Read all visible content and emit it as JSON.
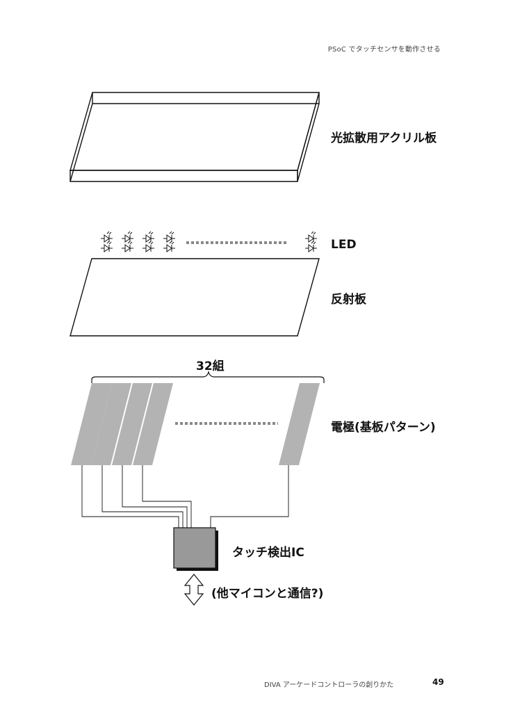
{
  "header": {
    "running_title": "PSoC でタッチセンサを動作させる"
  },
  "labels": {
    "acrylic": "光拡散用アクリル板",
    "led": "LED",
    "reflector": "反射板",
    "count": "32組",
    "electrode": "電極(基板パターン)",
    "touch_ic": "タッチ検出IC",
    "comm": "(他マイコンと通信?)"
  },
  "footer": {
    "book_title": "DIVA アーケードコントローラの創りかた",
    "page_number": "49"
  },
  "colors": {
    "stroke": "#111111",
    "electrode": "#b3b3b3",
    "ic_fill": "#999999",
    "dots": "#888888"
  }
}
